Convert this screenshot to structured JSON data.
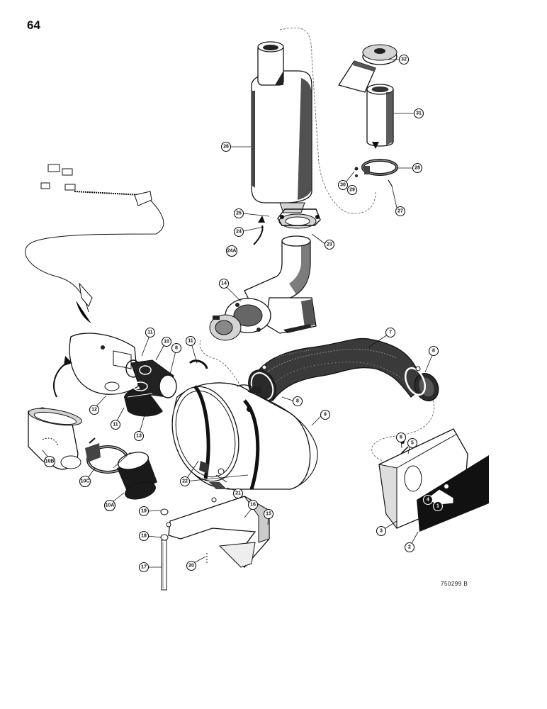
{
  "page": {
    "number": "64",
    "drawing_code": "750299 B"
  },
  "callouts": [
    {
      "id": "c32",
      "label": "32"
    },
    {
      "id": "c31",
      "label": "31"
    },
    {
      "id": "c26",
      "label": "26"
    },
    {
      "id": "c28",
      "label": "28"
    },
    {
      "id": "c30",
      "label": "30"
    },
    {
      "id": "c29",
      "label": "29"
    },
    {
      "id": "c27",
      "label": "27"
    },
    {
      "id": "c25",
      "label": "25"
    },
    {
      "id": "c24",
      "label": "24"
    },
    {
      "id": "c24a",
      "label": "24A"
    },
    {
      "id": "c23",
      "label": "23"
    },
    {
      "id": "c14",
      "label": "14"
    },
    {
      "id": "c7",
      "label": "7"
    },
    {
      "id": "c11a",
      "label": "11"
    },
    {
      "id": "c10",
      "label": "10"
    },
    {
      "id": "c11b",
      "label": "11"
    },
    {
      "id": "c8a",
      "label": "8"
    },
    {
      "id": "c8b",
      "label": "8"
    },
    {
      "id": "c8c",
      "label": "8"
    },
    {
      "id": "c12",
      "label": "12"
    },
    {
      "id": "c11c",
      "label": "11"
    },
    {
      "id": "c13",
      "label": "13"
    },
    {
      "id": "c9",
      "label": "9"
    },
    {
      "id": "c10b",
      "label": "10B"
    },
    {
      "id": "c10c",
      "label": "10C"
    },
    {
      "id": "c10a",
      "label": "10A"
    },
    {
      "id": "c22",
      "label": "22"
    },
    {
      "id": "c21",
      "label": "21"
    },
    {
      "id": "c6",
      "label": "6"
    },
    {
      "id": "c5",
      "label": "5"
    },
    {
      "id": "c4",
      "label": "4"
    },
    {
      "id": "c1",
      "label": "1"
    },
    {
      "id": "c3",
      "label": "3"
    },
    {
      "id": "c2",
      "label": "2"
    },
    {
      "id": "c19",
      "label": "19"
    },
    {
      "id": "c16",
      "label": "16"
    },
    {
      "id": "c15",
      "label": "15"
    },
    {
      "id": "c18",
      "label": "18"
    },
    {
      "id": "c20",
      "label": "20"
    },
    {
      "id": "c17",
      "label": "17"
    }
  ]
}
